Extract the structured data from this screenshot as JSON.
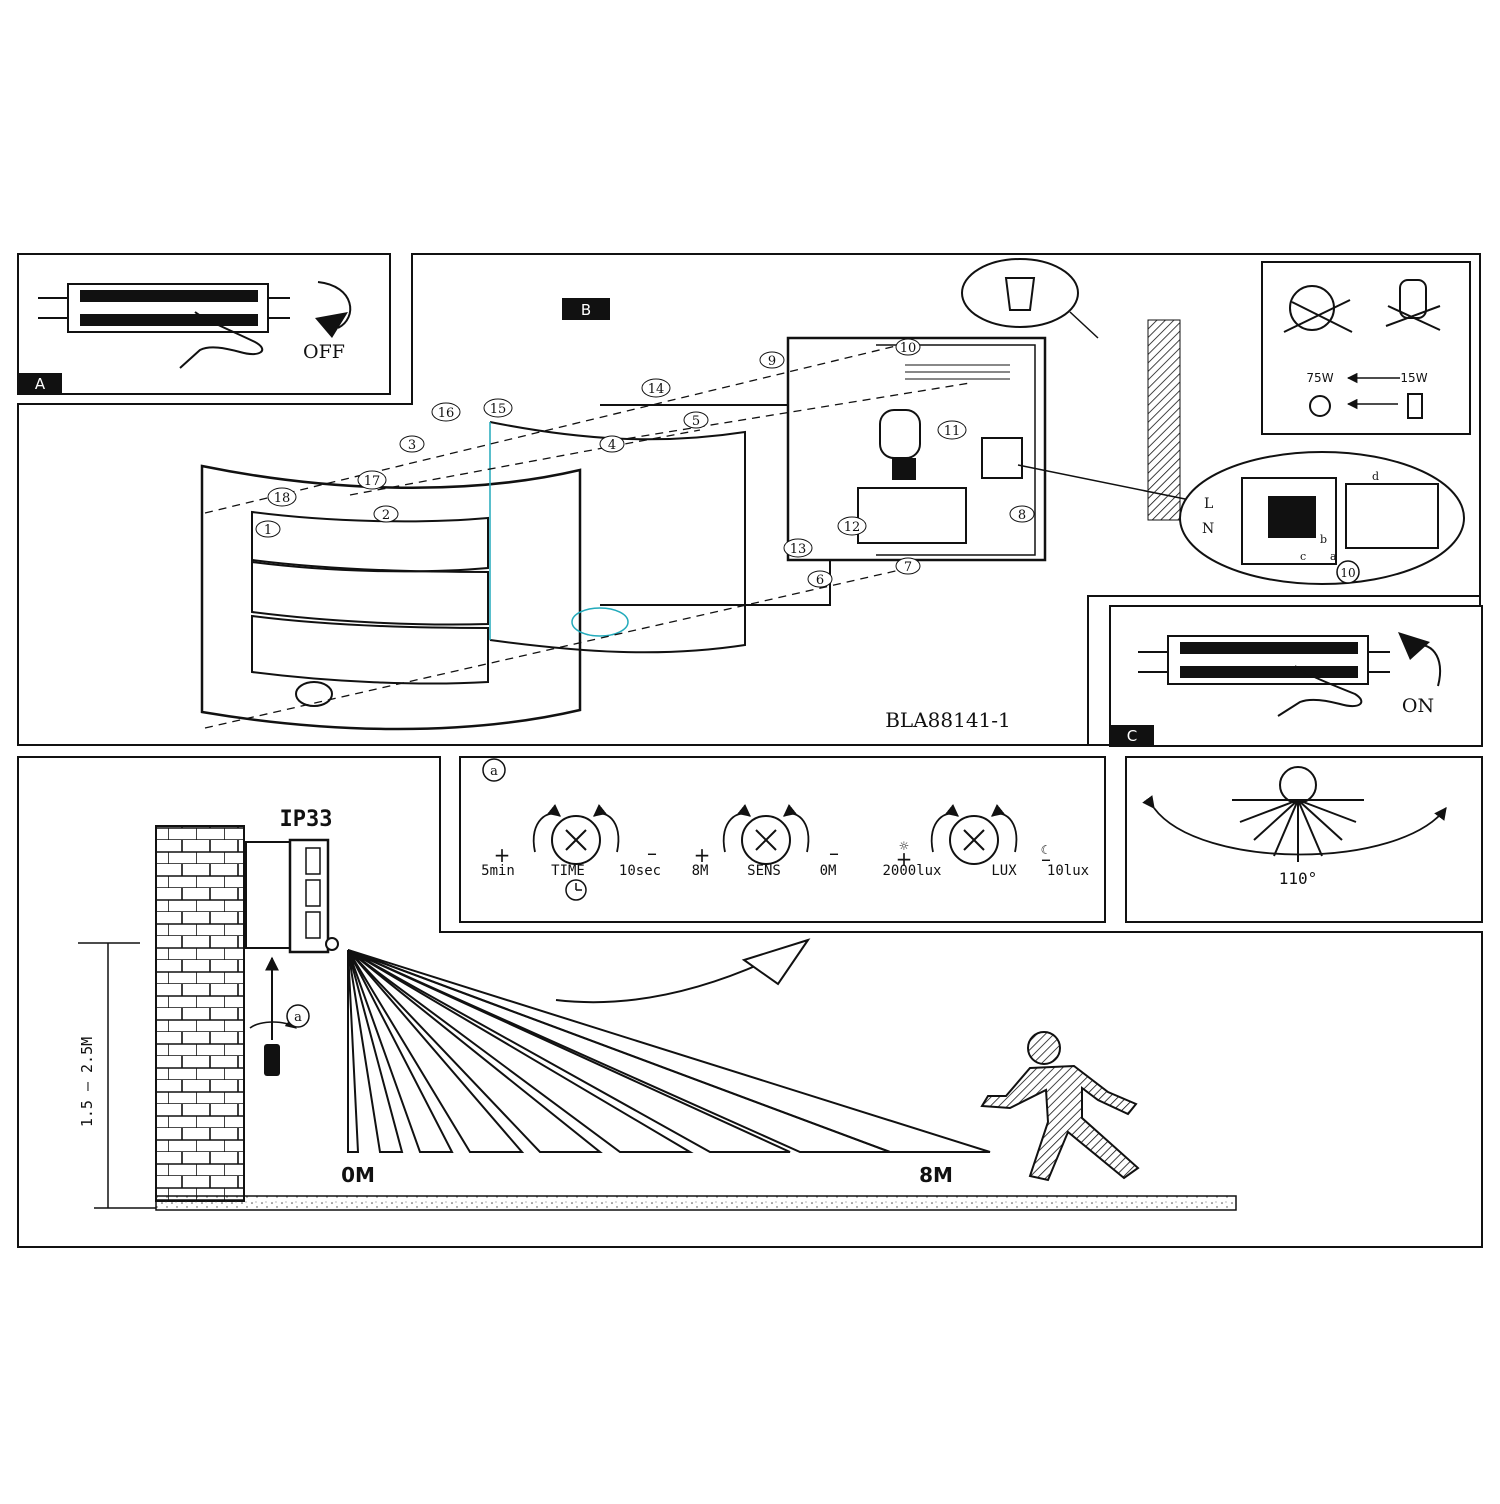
{
  "panels": {
    "a": {
      "label": "A",
      "switch_text": "OFF"
    },
    "b": {
      "label": "B",
      "model_code": "BLA88141-1"
    },
    "c": {
      "label": "C",
      "switch_text": "ON"
    },
    "bulbs": {
      "watt_incandescent": "75W",
      "watt_cfl": "15W"
    },
    "wiring": {
      "labels": [
        "L",
        "N",
        "a",
        "b",
        "c",
        "d"
      ],
      "part_number": "10"
    }
  },
  "callouts": [
    "1",
    "2",
    "3",
    "4",
    "5",
    "6",
    "7",
    "8",
    "9",
    "10",
    "11",
    "12",
    "13",
    "14",
    "15",
    "16",
    "17",
    "18"
  ],
  "sensor_settings": {
    "marker": "a",
    "time": {
      "max": "5min",
      "label": "TIME",
      "min": "10sec",
      "plus": "+",
      "minus": "–"
    },
    "sens": {
      "max": "8M",
      "label": "SENS",
      "min": "0M",
      "plus": "+",
      "minus": "–"
    },
    "lux": {
      "max": "2000lux",
      "label": "LUX",
      "min": "10lux",
      "plus": "+",
      "minus": "–"
    }
  },
  "detection_angle": "110°",
  "install": {
    "ip_rating": "IP33",
    "height_range": "1.5 – 2.5M",
    "range_start": "0M",
    "range_end": "8M",
    "adjust_marker": "a"
  }
}
